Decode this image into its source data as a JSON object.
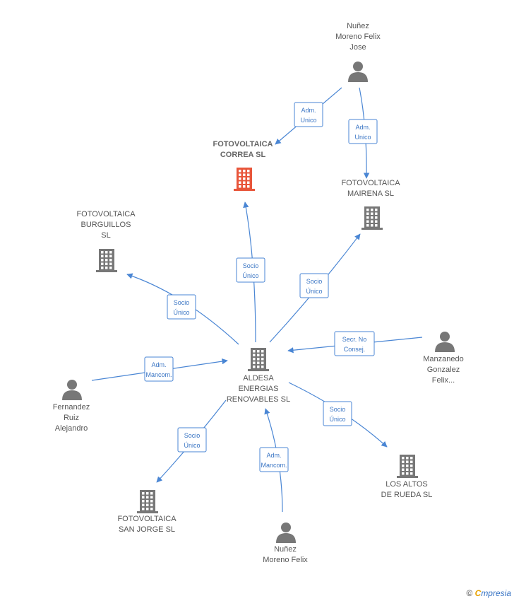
{
  "colors": {
    "edge": "#4a86d4",
    "building": "#777777",
    "building_highlight": "#e8553a",
    "person": "#777777"
  },
  "nodes": [
    {
      "id": "center",
      "type": "building",
      "label": [
        "ALDESA",
        "ENERGIAS",
        "RENOVABLES SL"
      ]
    },
    {
      "id": "correa",
      "type": "building",
      "highlight": true,
      "label": [
        "FOTOVOLTAICA",
        "CORREA  SL"
      ]
    },
    {
      "id": "mairena",
      "type": "building",
      "label": [
        "FOTOVOLTAICA",
        "MAIRENA  SL"
      ]
    },
    {
      "id": "burguillos",
      "type": "building",
      "label": [
        "FOTOVOLTAICA",
        "BURGUILLOS",
        "SL"
      ]
    },
    {
      "id": "sanjorge",
      "type": "building",
      "label": [
        "FOTOVOLTAICA",
        "SAN JORGE  SL"
      ]
    },
    {
      "id": "altos",
      "type": "building",
      "label": [
        "LOS ALTOS",
        "DE RUEDA SL"
      ]
    },
    {
      "id": "nunez_jose",
      "type": "person",
      "label": [
        "Nuñez",
        "Moreno Felix",
        "Jose"
      ]
    },
    {
      "id": "manzanedo",
      "type": "person",
      "label": [
        "Manzanedo",
        "Gonzalez",
        "Felix..."
      ]
    },
    {
      "id": "fernandez",
      "type": "person",
      "label": [
        "Fernandez",
        "Ruiz",
        "Alejandro"
      ]
    },
    {
      "id": "nunez",
      "type": "person",
      "label": [
        "Nuñez",
        "Moreno Felix"
      ]
    }
  ],
  "edges": [
    {
      "id": "e1",
      "label": [
        "Adm.",
        "Unico"
      ]
    },
    {
      "id": "e2",
      "label": [
        "Adm.",
        "Unico"
      ]
    },
    {
      "id": "e3",
      "label": [
        "Socio",
        "Único"
      ]
    },
    {
      "id": "e4",
      "label": [
        "Socio",
        "Único"
      ]
    },
    {
      "id": "e5",
      "label": [
        "Socio",
        "Único"
      ]
    },
    {
      "id": "e6",
      "label": [
        "Secr.  No",
        "Consej."
      ]
    },
    {
      "id": "e7",
      "label": [
        "Adm.",
        "Mancom."
      ]
    },
    {
      "id": "e8",
      "label": [
        "Socio",
        "Único"
      ]
    },
    {
      "id": "e9",
      "label": [
        "Socio",
        "Único"
      ]
    },
    {
      "id": "e10",
      "label": [
        "Adm.",
        "Mancom."
      ]
    }
  ],
  "watermark": {
    "symbol": "©",
    "brand_first": "C",
    "brand_rest": "mpresia"
  }
}
